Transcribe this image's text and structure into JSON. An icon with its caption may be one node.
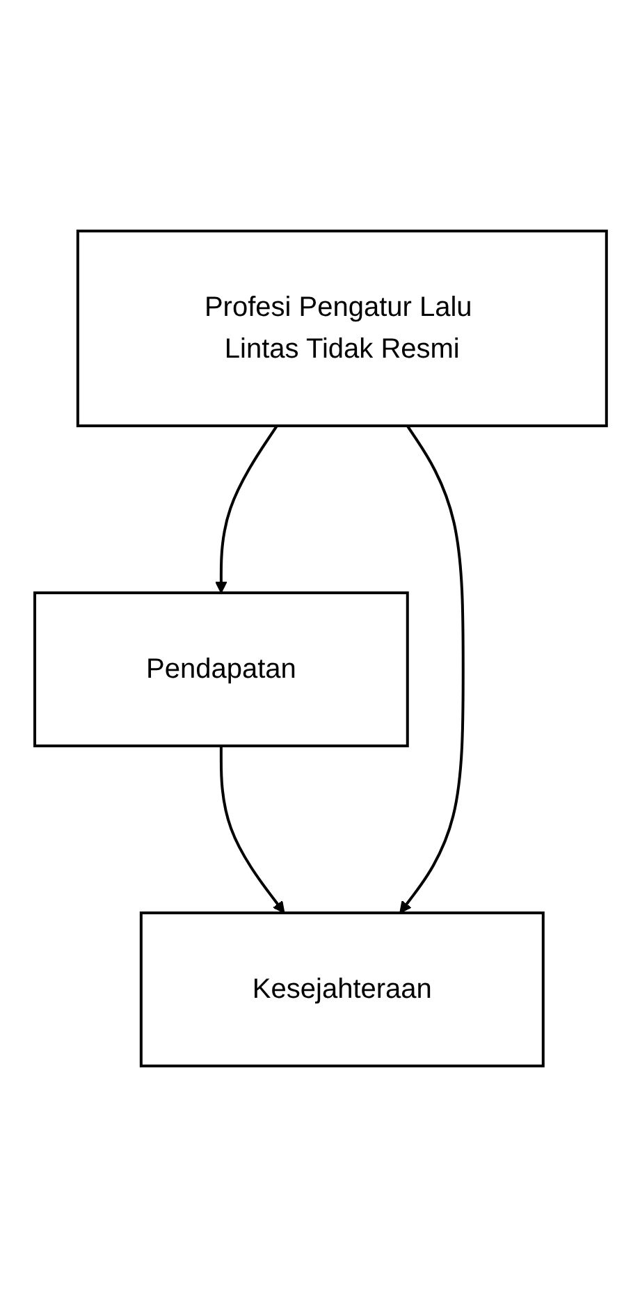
{
  "diagram": {
    "nodes": [
      {
        "text": [
          "Profesi Pengatur Lalu Lintas Tidak Resmi"
        ]
      },
      {
        "text": [
          "Pendapatan"
        ]
      },
      {
        "text": [
          "Kesejahteraan"
        ]
      }
    ],
    "edges": [
      {
        "from": 0,
        "to": 1,
        "arrow": "to"
      },
      {
        "from": 1,
        "to": 2,
        "arrow": "to"
      },
      {
        "from": 0,
        "to": 2,
        "arrow": "to"
      }
    ]
  }
}
